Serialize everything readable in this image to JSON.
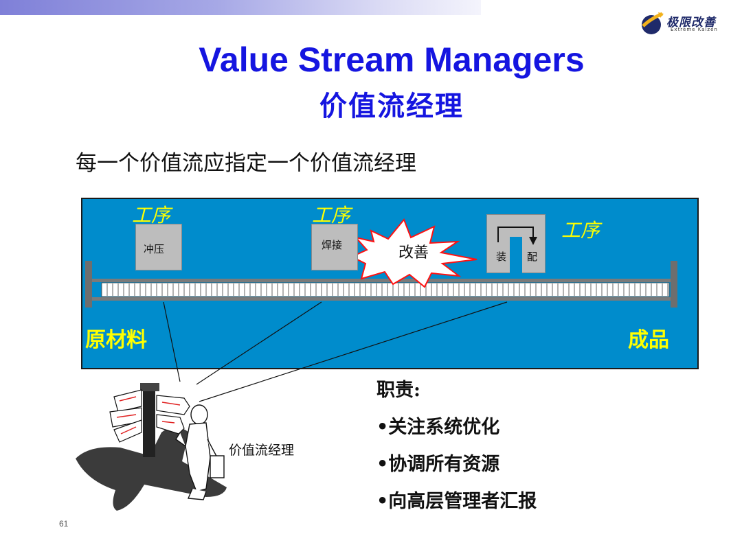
{
  "header": {
    "logo_text": "极限改善",
    "logo_subtext": "Extreme Kaizen"
  },
  "title": "Value Stream Managers",
  "subtitle": "价值流经理",
  "statement": "每一个价值流应指定一个价值流经理",
  "flow": {
    "process_label": "工序",
    "stations": [
      {
        "name": "冲压"
      },
      {
        "name": "焊接"
      },
      {
        "name_left": "装",
        "name_right": "配"
      }
    ],
    "kaizen_burst": "改善",
    "raw_material": "原材料",
    "finished_goods": "成品"
  },
  "manager_label": "价值流经理",
  "duties": {
    "heading": "职责:",
    "items": [
      "•关注系统优化",
      "•协调所有资源",
      "•向高层管理者汇报"
    ]
  },
  "page_number": "61",
  "colors": {
    "title": "#1515e0",
    "panel": "#008ccc",
    "label_yellow": "#ffff00"
  }
}
